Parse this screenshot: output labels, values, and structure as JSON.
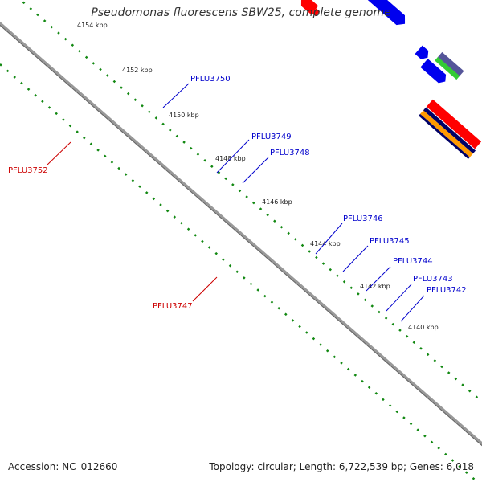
{
  "header": {
    "title": "Pseudomonas fluorescens SBW25, complete genome"
  },
  "footer": {
    "accession": "Accession: NC_012660",
    "summary": "Topology: circular; Length: 6,722,539 bp; Genes: 6,018"
  },
  "ticks": [
    "4154 kbp",
    "4152 kbp",
    "4150 kbp",
    "4148 kbp",
    "4146 kbp",
    "4144 kbp",
    "4142 kbp",
    "4140 kbp"
  ],
  "genes": {
    "forward": [
      "PFLU3750",
      "PFLU3749",
      "PFLU3748",
      "PFLU3746",
      "PFLU3745",
      "PFLU3744",
      "PFLU3743",
      "PFLU3742"
    ],
    "reverse": [
      "PFLU3752",
      "PFLU3747"
    ]
  },
  "colors": {
    "forward_strand": "#0000ee",
    "reverse_strand": "#ff0000",
    "cds_highlight": "#33cccc",
    "slate": "#555599",
    "gray": "#777777",
    "green": "#33cc33",
    "orange": "#ff9900",
    "navy": "#000066",
    "axis_dots": "#118811",
    "backbone": "#888888",
    "forward_label": "#0000cc",
    "reverse_label": "#cc0000"
  }
}
